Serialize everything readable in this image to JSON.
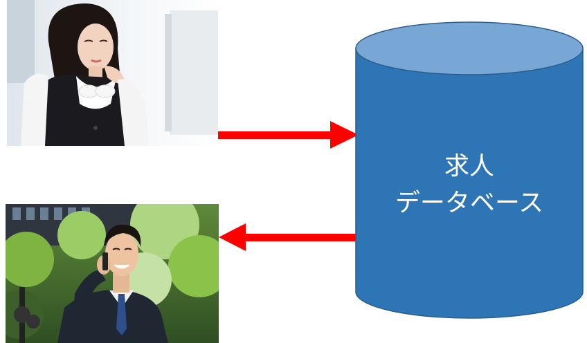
{
  "database": {
    "label_line1": "求人",
    "label_line2": "データベース",
    "fill": "#2E75B6",
    "top_fill": "#78A7D6",
    "stroke": "#2A5C8F"
  },
  "arrows": {
    "color": "#FF0000",
    "top_direction": "right",
    "bottom_direction": "left"
  },
  "photos": {
    "top": "woman-at-computer",
    "bottom": "businessman-on-phone"
  }
}
